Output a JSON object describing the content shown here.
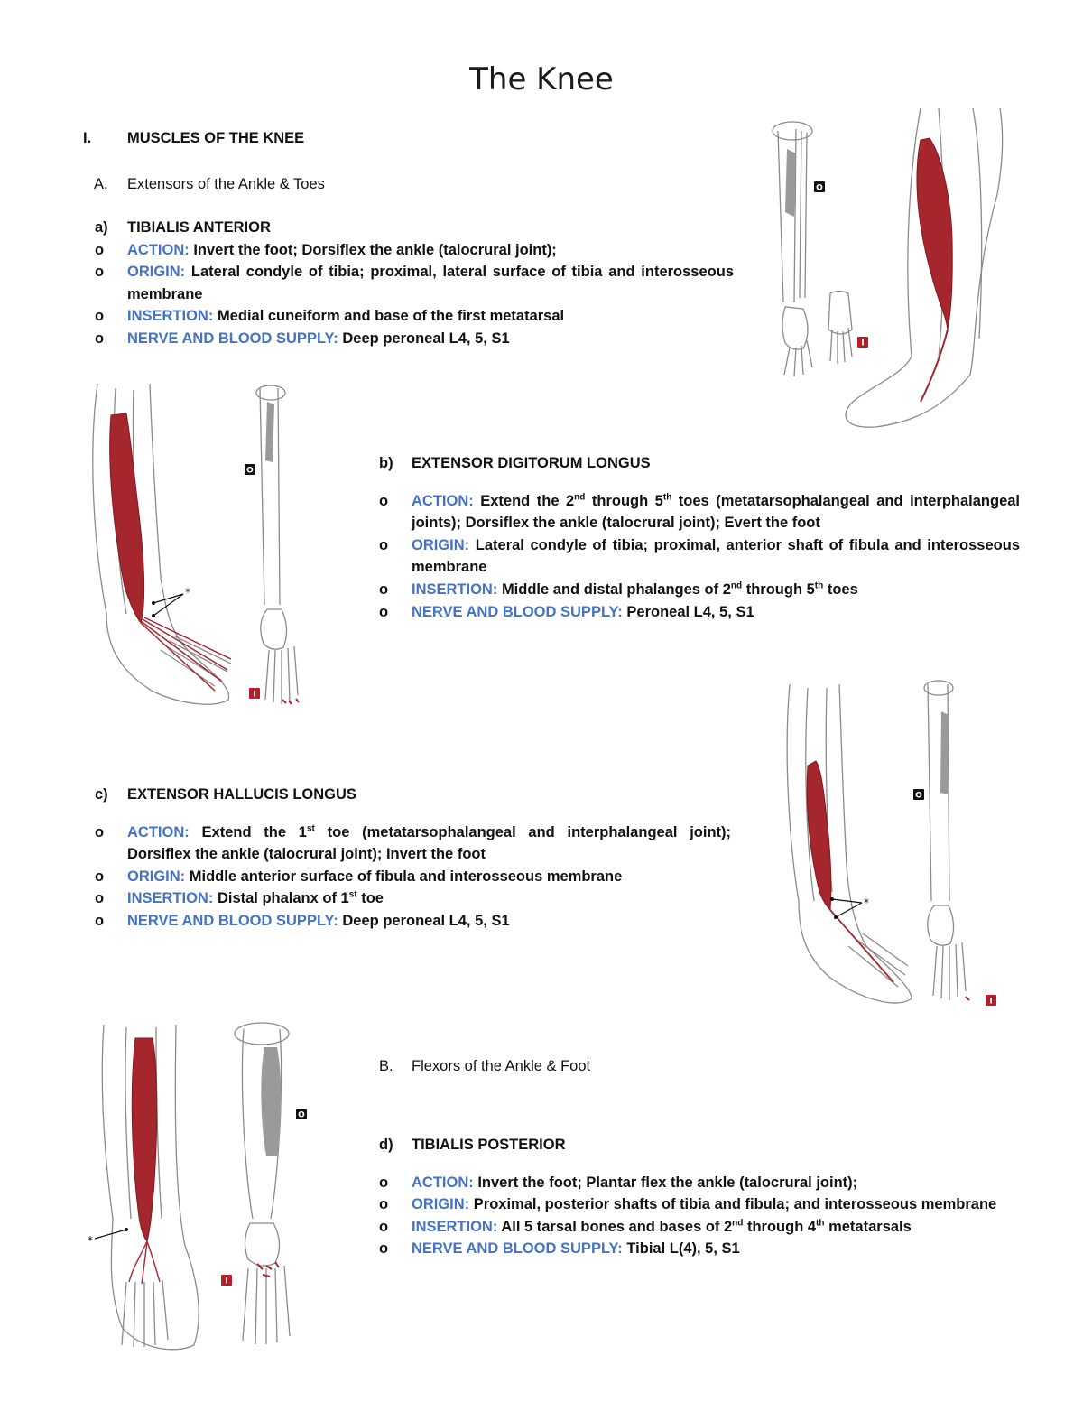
{
  "title": "The Knee",
  "section_1": {
    "numeral": "I.",
    "heading": "MUSCLES OF THE KNEE"
  },
  "subsection_a": {
    "letter": "A.",
    "heading": "Extensors of the Ankle & Toes"
  },
  "subsection_b": {
    "letter": "B.",
    "heading": "Flexors of the Ankle & Foot"
  },
  "bullet_char": "o",
  "muscles": [
    {
      "letter": "a)",
      "name": "TIBIALIS ANTERIOR",
      "action_label": "ACTION:",
      "action": "Invert the foot; Dorsiflex the ankle (talocrural joint);",
      "origin_label": "ORIGIN:",
      "origin": "Lateral condyle of tibia; proximal, lateral surface of tibia and interosseous membrane",
      "insertion_label": "INSERTION:",
      "insertion": "Medial cuneiform and base of the first metatarsal",
      "nerve_label": "NERVE AND BLOOD SUPPLY:",
      "nerve": "Deep peroneal L4, 5, S1"
    },
    {
      "letter": "b)",
      "name": "EXTENSOR DIGITORUM LONGUS",
      "action_label": "ACTION:",
      "action_1": "Extend the 2",
      "action_sup_1": "nd",
      "action_2": " through 5",
      "action_sup_2": "th",
      "action_3": " toes (metatarsophalangeal and interphalangeal joints); Dorsiflex the ankle (talocrural joint); Evert the foot",
      "origin_label": "ORIGIN:",
      "origin": "Lateral condyle of tibia; proximal, anterior shaft of fibula and interosseous membrane",
      "insertion_label": "INSERTION:",
      "insertion_1": "Middle and distal phalanges of 2",
      "insertion_sup_1": "nd",
      "insertion_2": " through 5",
      "insertion_sup_2": "th",
      "insertion_3": " toes",
      "nerve_label": "NERVE AND BLOOD SUPPLY:",
      "nerve": "Peroneal L4, 5, S1"
    },
    {
      "letter": "c)",
      "name": "EXTENSOR HALLUCIS LONGUS",
      "action_label": "ACTION:",
      "action_1": "Extend the 1",
      "action_sup_1": "st",
      "action_2": " toe (metatarsophalangeal and interphalangeal joint); Dorsiflex the ankle (talocrural joint); Invert the foot",
      "origin_label": "ORIGIN:",
      "origin": "Middle anterior surface of fibula and interosseous membrane",
      "insertion_label": "INSERTION:",
      "insertion_1": "Distal phalanx of 1",
      "insertion_sup_1": "st",
      "insertion_2": " toe",
      "nerve_label": "NERVE AND BLOOD SUPPLY:",
      "nerve": "Deep peroneal L4, 5, S1"
    },
    {
      "letter": "d)",
      "name": "TIBIALIS POSTERIOR",
      "action_label": "ACTION:",
      "action": "Invert the foot; Plantar flex the ankle (talocrural joint);",
      "origin_label": "ORIGIN:",
      "origin": "Proximal, posterior shafts of tibia and fibula; and interosseous membrane",
      "insertion_label": "INSERTION:",
      "insertion_1": "All 5 tarsal bones and bases of 2",
      "insertion_sup_1": "nd",
      "insertion_2": " through 4",
      "insertion_sup_2": "th",
      "insertion_3": " metatarsals",
      "nerve_label": "NERVE AND BLOOD SUPPLY:",
      "nerve": "Tibial L(4), 5, S1"
    }
  ],
  "figure_labels": {
    "origin": "O",
    "insertion": "I",
    "tendon_mark": "*"
  },
  "colors": {
    "heading_blue": "#4472c4",
    "muscle_red": "#a6262e",
    "bone_outline": "#8a8a8a",
    "origin_grey": "#9a9a9a"
  }
}
